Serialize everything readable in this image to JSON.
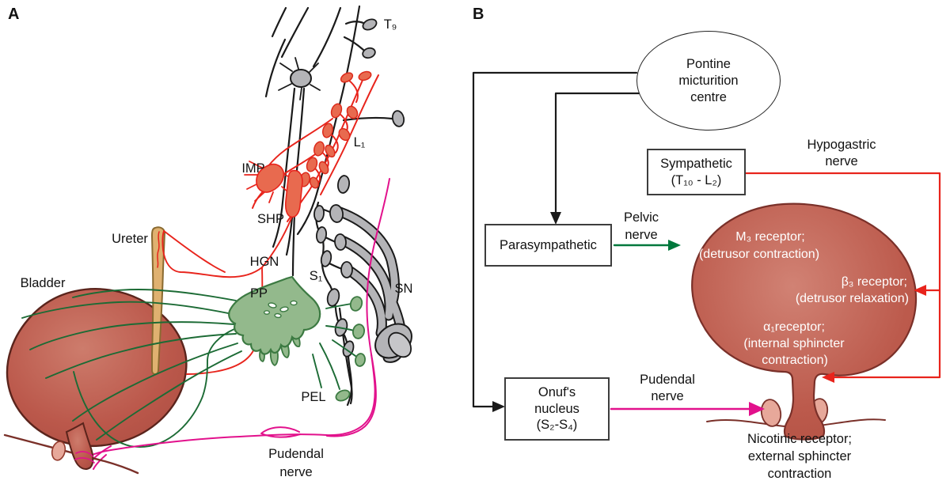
{
  "figure": {
    "panel_a_letter": "A",
    "panel_b_letter": "B"
  },
  "panel_a": {
    "labels": {
      "t9": "T₉",
      "l1": "L₁",
      "s1": "S₁",
      "imp": "IMP",
      "shp": "SHP",
      "hgn": "HGN",
      "pp": "PP",
      "pel": "PEL",
      "sn": "SN",
      "ureter": "Ureter",
      "bladder": "Bladder",
      "pudendal_line1": "Pudendal",
      "pudendal_line2": "nerve"
    }
  },
  "panel_b": {
    "pontine": {
      "line1": "Pontine",
      "line2": "micturition",
      "line3": "centre"
    },
    "sympathetic": {
      "line1": "Sympathetic",
      "line2": "(T₁₀ - L₂)"
    },
    "parasympathetic": {
      "line1": "Parasympathetic"
    },
    "onufs": {
      "line1": "Onuf's",
      "line2": "nucleus",
      "line3": "(S₂-S₄)"
    },
    "nerve_labels": {
      "hypogastric_line1": "Hypogastric",
      "hypogastric_line2": "nerve",
      "pelvic_line1": "Pelvic",
      "pelvic_line2": "nerve",
      "pudendal_line1": "Pudendal",
      "pudendal_line2": "nerve"
    },
    "receptors": {
      "m3_line1": "M₃ receptor;",
      "m3_line2": "(detrusor contraction)",
      "b3_line1": "β₃ receptor;",
      "b3_line2": "(detrusor relaxation)",
      "a1_line1": "α₁receptor;",
      "a1_line2": "(internal sphincter",
      "a1_line3": "contraction)",
      "nicotinic_line1": "Nicotinic receptor;",
      "nicotinic_line2": "external sphincter",
      "nicotinic_line3": "contraction"
    }
  },
  "colors": {
    "ink": "#1a1a1a",
    "red": "#e8241c",
    "green": "#00783c",
    "green-line": "#1c6b35",
    "magenta": "#e2118c",
    "gray-fill": "#b4b4b7",
    "ganglion-red": "#e86a4f",
    "pp-fill": "#93b98c",
    "pp-stroke": "#3c7a42",
    "bladder-fill": "#bd5a4d",
    "bladder-edge": "#5a241c",
    "pink": "#e7a89a",
    "ureter-fill": "#dfb170",
    "ureter-stroke": "#8a6a30",
    "brown": "#7a3029"
  }
}
